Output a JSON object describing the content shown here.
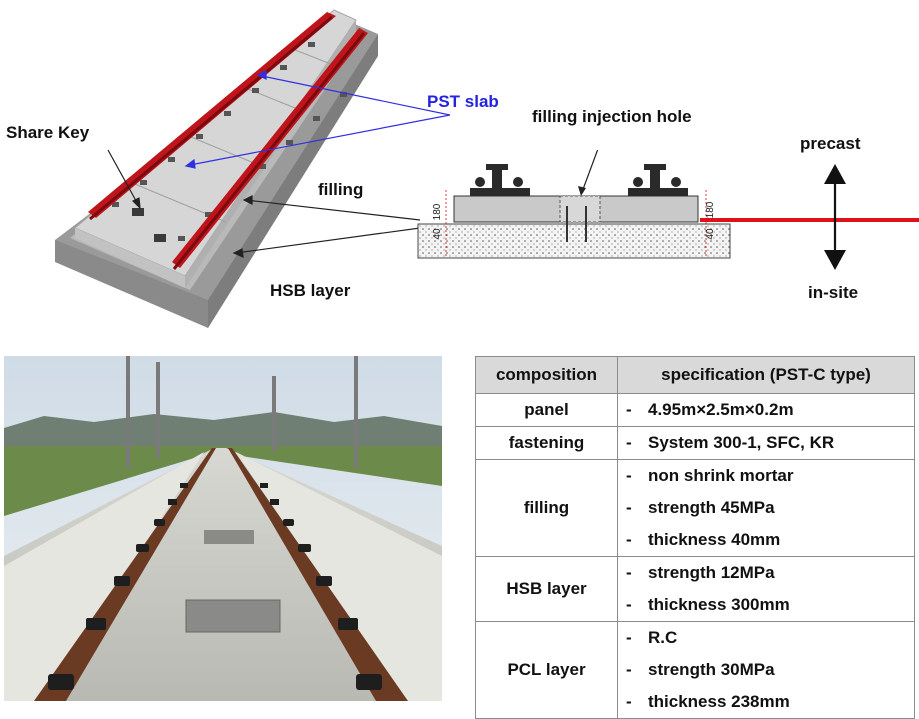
{
  "diagram": {
    "share_key_label": "Share Key",
    "pst_slab_label": "PST  slab",
    "filling_label": "filling",
    "hsb_layer_label": "HSB  layer",
    "filling_injection_label": "filling  injection  hole",
    "precast_label": "precast",
    "in_site_label": "in-site",
    "dim_180_left": "180",
    "dim_40_left": "40",
    "dim_180_right": "180",
    "dim_40_right": "40"
  },
  "spec_table": {
    "header_composition": "composition",
    "header_specification": "specification  (PST-C  type)",
    "rows": [
      {
        "composition": "panel",
        "specs": [
          "4.95m×2.5m×0.2m"
        ]
      },
      {
        "composition": "fastening",
        "specs": [
          "System  300-1,  SFC, KR"
        ]
      },
      {
        "composition": "filling",
        "specs": [
          "non  shrink  mortar",
          "strength  45MPa",
          "thickness  40mm"
        ]
      },
      {
        "composition": "HSB  layer",
        "specs": [
          "strength  12MPa",
          "thickness  300mm"
        ]
      },
      {
        "composition": "PCL  layer",
        "specs": [
          "R.C",
          "strength  30MPa",
          "thickness  238mm"
        ]
      }
    ]
  },
  "colors": {
    "rail_red": "#c0141b",
    "label_blue": "#2323e0",
    "header_gray": "#d9d9d9"
  }
}
